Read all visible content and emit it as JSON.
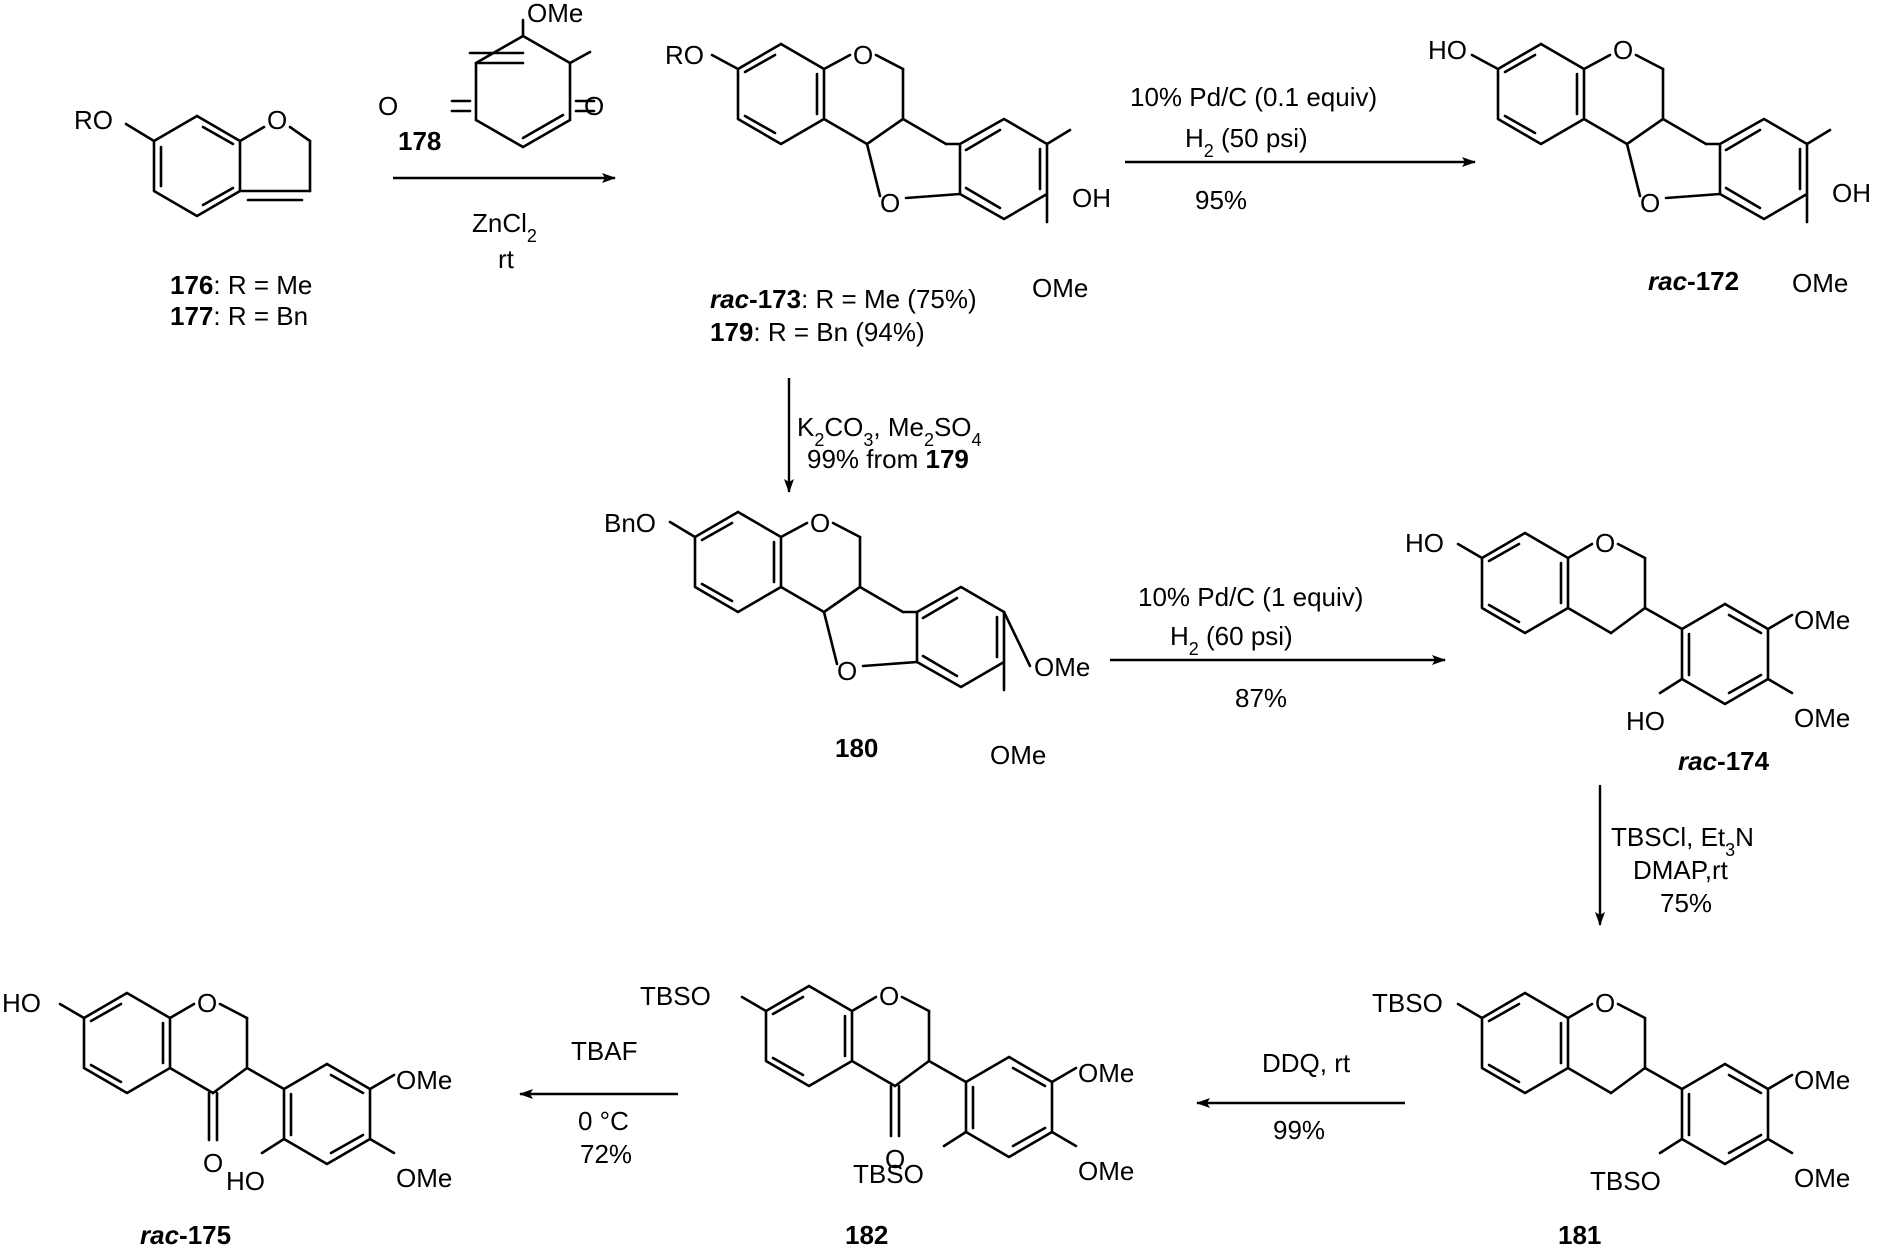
{
  "compounds": {
    "c176_177": {
      "substituent": "RO",
      "ring_o": "O",
      "line1_id": "176",
      "line1_rest": ": R = Me",
      "line2_id": "177",
      "line2_rest": ": R = Bn"
    },
    "c178": {
      "ome": "OMe",
      "o_left": "O",
      "o_right": "O",
      "id": "178"
    },
    "c173_179": {
      "substituent": "RO",
      "o_pyran": "O",
      "o_furan": "O",
      "oh": "OH",
      "ome": "OMe",
      "line1_prefix": "rac",
      "line1_id": "-173",
      "line1_rest": ": R = Me (75%)",
      "line2_id": "179",
      "line2_rest": ": R = Bn (94%)"
    },
    "c172": {
      "ho": "HO",
      "o_pyran": "O",
      "o_furan": "O",
      "oh": "OH",
      "ome": "OMe",
      "prefix": "rac",
      "id": "-172"
    },
    "c180": {
      "substituent": "BnO",
      "o_pyran": "O",
      "o_furan": "O",
      "ome1": "OMe",
      "ome2": "OMe",
      "id": "180"
    },
    "c174": {
      "ho": "HO",
      "o_ring": "O",
      "ome1": "OMe",
      "ome2": "OMe",
      "ho2": "HO",
      "prefix": "rac",
      "id": "-174"
    },
    "c181": {
      "tbso": "TBSO",
      "o_ring": "O",
      "ome1": "OMe",
      "ome2": "OMe",
      "tbso2": "TBSO",
      "id": "181"
    },
    "c182": {
      "tbso": "TBSO",
      "o_ring": "O",
      "o_keto": "O",
      "ome1": "OMe",
      "ome2": "OMe",
      "tbso2": "TBSO",
      "id": "182"
    },
    "c175": {
      "ho": "HO",
      "o_ring": "O",
      "o_keto": "O",
      "ome1": "OMe",
      "ome2": "OMe",
      "ho2": "HO",
      "prefix": "rac",
      "id": "-175"
    }
  },
  "steps": {
    "s1": {
      "line1_a": "ZnCl",
      "line1_sub": "2",
      "line2": "rt"
    },
    "s2": {
      "line1": "10% Pd/C (0.1 equiv)",
      "line2_a": "H",
      "line2_sub": "2",
      "line2_b": " (50 psi)",
      "line3": "95%"
    },
    "s3": {
      "k": "K",
      "k_sub": "2",
      "co": "CO",
      "co_sub": "3",
      "mid": ", Me",
      "me_sub": "2",
      "so": "SO",
      "so_sub": "4",
      "line2_a": "99% from ",
      "line2_b": "179"
    },
    "s4": {
      "line1": "10% Pd/C (1 equiv)",
      "line2_a": "H",
      "line2_sub": "2",
      "line2_b": " (60 psi)",
      "line3": "87%"
    },
    "s5": {
      "line1_a": "TBSCl, Et",
      "line1_sub": "3",
      "line1_b": "N",
      "line2": "DMAP,rt",
      "line3": "75%"
    },
    "s6": {
      "line1": "DDQ, rt",
      "line2": "99%"
    },
    "s7": {
      "line1": "TBAF",
      "line2": "0 °C",
      "line3": "72%"
    }
  }
}
